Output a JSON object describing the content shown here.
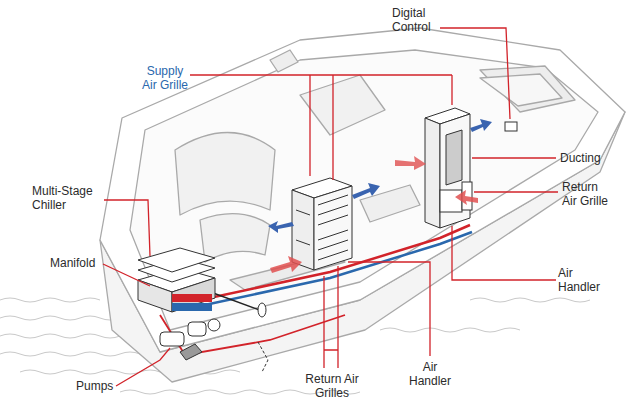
{
  "diagram": {
    "labels": [
      "Digital Control",
      "Supply Air Grille",
      "Ducting",
      "Multi-Stage Chiller",
      "Return Air Grille",
      "Air Handler",
      "Manifold",
      "Pumps",
      "Air Handler",
      "Return Air Grilles"
    ]
  }
}
